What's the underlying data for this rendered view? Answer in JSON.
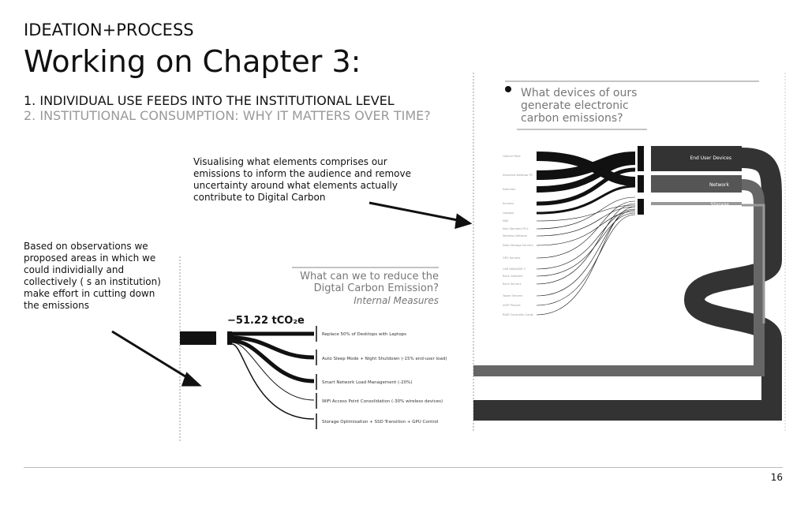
{
  "header": {
    "kicker": "IDEATION+PROCESS",
    "title": "Working on Chapter 3:",
    "point1": "1. INDIVIDUAL USE FEEDS INTO THE INSTITUTIONAL LEVEL",
    "point2": "2. INSTITUTIONAL CONSUMPTION: WHY IT MATTERS OVER TIME?"
  },
  "notes": {
    "devices": "Visualising what elements comprises our emissions to inform the audience and remove uncertainty around what elements actually contribute to Digital Carbon",
    "reduction": "Based on observations we proposed areas in which we could individially and collectively ( s an institution) make effort in cutting down the emissions"
  },
  "devices_chart": {
    "question": "What devices of ours generate electronic carbon emissions?",
    "sources": [
      "Optical Fibre",
      "Standard Desktop PC",
      "Switches",
      "Screens",
      "Laptops",
      "NAS",
      "Non-Standard PCs",
      "Wireless Network",
      "Data Storage Servers",
      "GPU Servers",
      "LAN WAN/ADE Y",
      "Rack Cabinets",
      "Rack Servers",
      "Tower Servers",
      "VOIP Phones",
      "RAID Controller Cards"
    ],
    "targets": [
      "End User Devices",
      "Network",
      "Storage"
    ]
  },
  "reduction_chart": {
    "question": "What can we to reduce the Digtal Carbon Emission?",
    "subtitle": "Internal Measures",
    "total": "−51.22 tCO₂e",
    "measures": [
      "Replace 50% of Desktops with Laptops",
      "Auto Sleep Mode + Night Shutdown (-15% end-user load)",
      "Smart Network Load Management (-20%)",
      "WiFi Access Point Consolidation (-30% wireless devices)",
      "Storage Optimisation + SSD Transition + GPU Control"
    ]
  },
  "page_number": "16"
}
